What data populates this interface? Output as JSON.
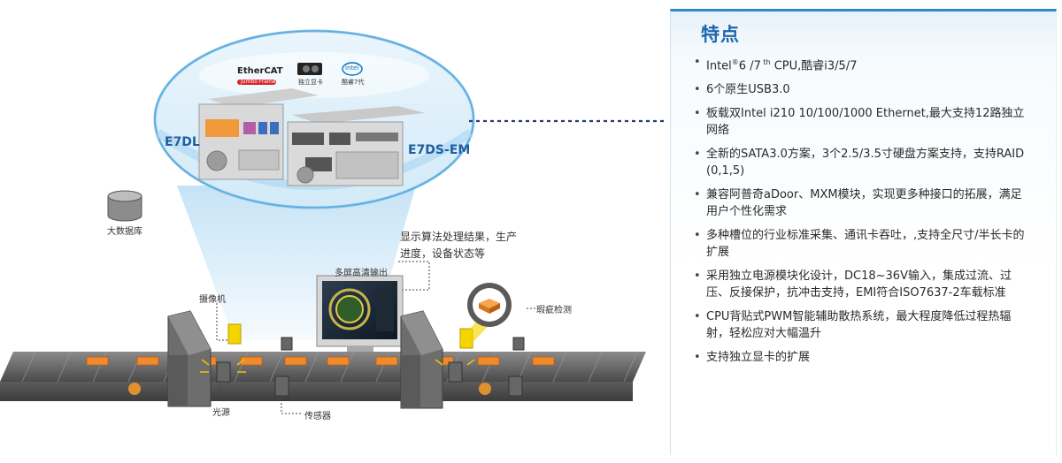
{
  "diagram": {
    "ethercat_logo": "EtherCAT",
    "ethercat_badge": "Jumbo Frame",
    "gpu_label": "独立显卡",
    "intel_logo": "intel",
    "intel_label": "酷睿7代",
    "model_left": "E7DL",
    "model_right": "E7DS-EM",
    "database": "大数据库",
    "display_note_line1": "显示算法处理结果，生产",
    "display_note_line2": "进度，设备状态等",
    "monitor_label": "多屏高清输出",
    "camera": "摄像机",
    "defect_detection": "瑕疵检测",
    "light_source": "光源",
    "sensor": "传感器"
  },
  "features": {
    "title": "特点",
    "items": [
      {
        "pre": "Intel",
        "sup1": "®",
        "mid": "6 /7",
        "sup2": " th",
        "post": " CPU,酷睿i3/5/7"
      },
      {
        "text": "6个原生USB3.0"
      },
      {
        "text": "板载双Intel i210 10/100/1000 Ethernet,最大支持12路独立网络"
      },
      {
        "text": "全新的SATA3.0方案，3个2.5/3.5寸硬盘方案支持，支持RAID (0,1,5)"
      },
      {
        "text": "兼容阿普奇aDoor、MXM模块，实现更多种接口的拓展，满足用户个性化需求"
      },
      {
        "text": "多种槽位的行业标准采集、通讯卡吞吐，,支持全尺寸/半长卡的扩展"
      },
      {
        "text": "采用独立电源模块化设计，DC18~36V输入，集成过流、过压、反接保护，抗冲击支持，EMI符合ISO7637-2车载标准"
      },
      {
        "text": "CPU背贴式PWM智能辅助散热系统，最大程度降低过程热辐射，轻松应对大幅温升"
      },
      {
        "text": "支持独立显卡的扩展"
      }
    ]
  },
  "colors": {
    "accent": "#1d67ad",
    "panel_border": "#2f87c8",
    "box_orange": "#f08a2c",
    "light_yellow": "#f6d400",
    "conveyor": "#5a5a5a"
  }
}
